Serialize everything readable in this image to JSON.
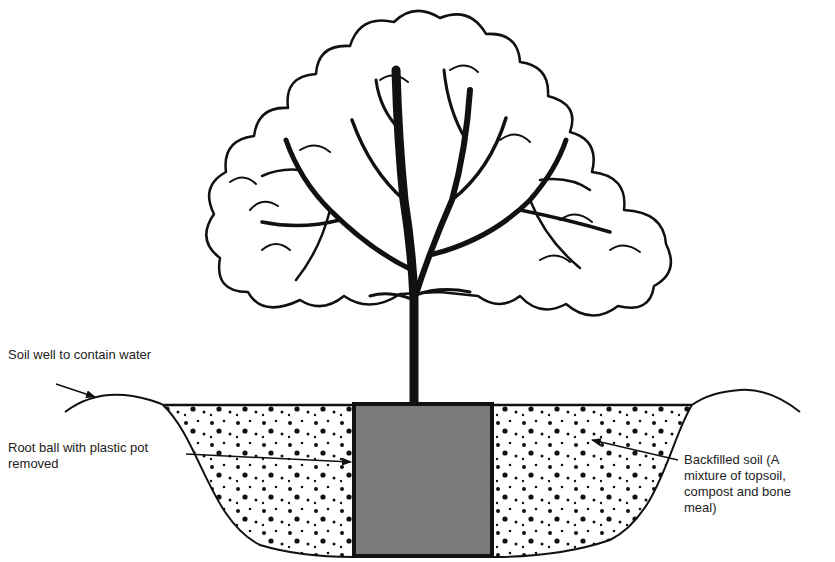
{
  "diagram": {
    "labels": [
      "Soil well to contain water",
      "Root ball with plastic pot removed",
      "Backfilled soil (A mixture of topsoil, compost and bone meal)"
    ]
  }
}
